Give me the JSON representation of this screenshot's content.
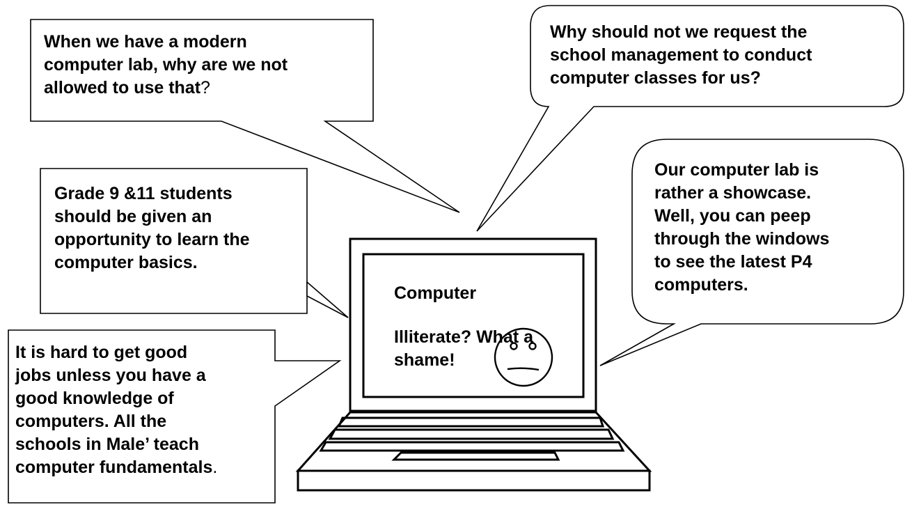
{
  "colors": {
    "background": "#ffffff",
    "ink": "#000000"
  },
  "bubbles": {
    "modern_lab": {
      "lines": [
        "When we have a modern",
        "computer lab, why are we not"
      ],
      "last_line_bold": "allowed to use that",
      "last_line_plain": "?"
    },
    "request_management": {
      "lines": [
        "Why should not we request the",
        "school management to conduct",
        "computer classes for us?"
      ]
    },
    "grade_students": {
      "lines": [
        "Grade 9 &11 students",
        "should be given an",
        "opportunity to learn the",
        "computer basics."
      ]
    },
    "showcase": {
      "lines": [
        "Our computer lab is",
        "rather a showcase.",
        "Well, you can peep",
        "through the windows",
        "to see the latest P4",
        "computers."
      ]
    },
    "good_jobs": {
      "lines": [
        "It is hard to get good",
        "jobs unless you have a",
        "good knowledge of",
        "computers. All the",
        "schools in Male’ teach"
      ],
      "last_line_bold": "computer fundamentals",
      "last_line_plain": "."
    }
  },
  "laptop_screen": {
    "line1": "Computer",
    "line2": "Illiterate? What a",
    "line3": "shame!"
  },
  "icons": {
    "face": "sad-face-icon",
    "device": "laptop-icon"
  }
}
